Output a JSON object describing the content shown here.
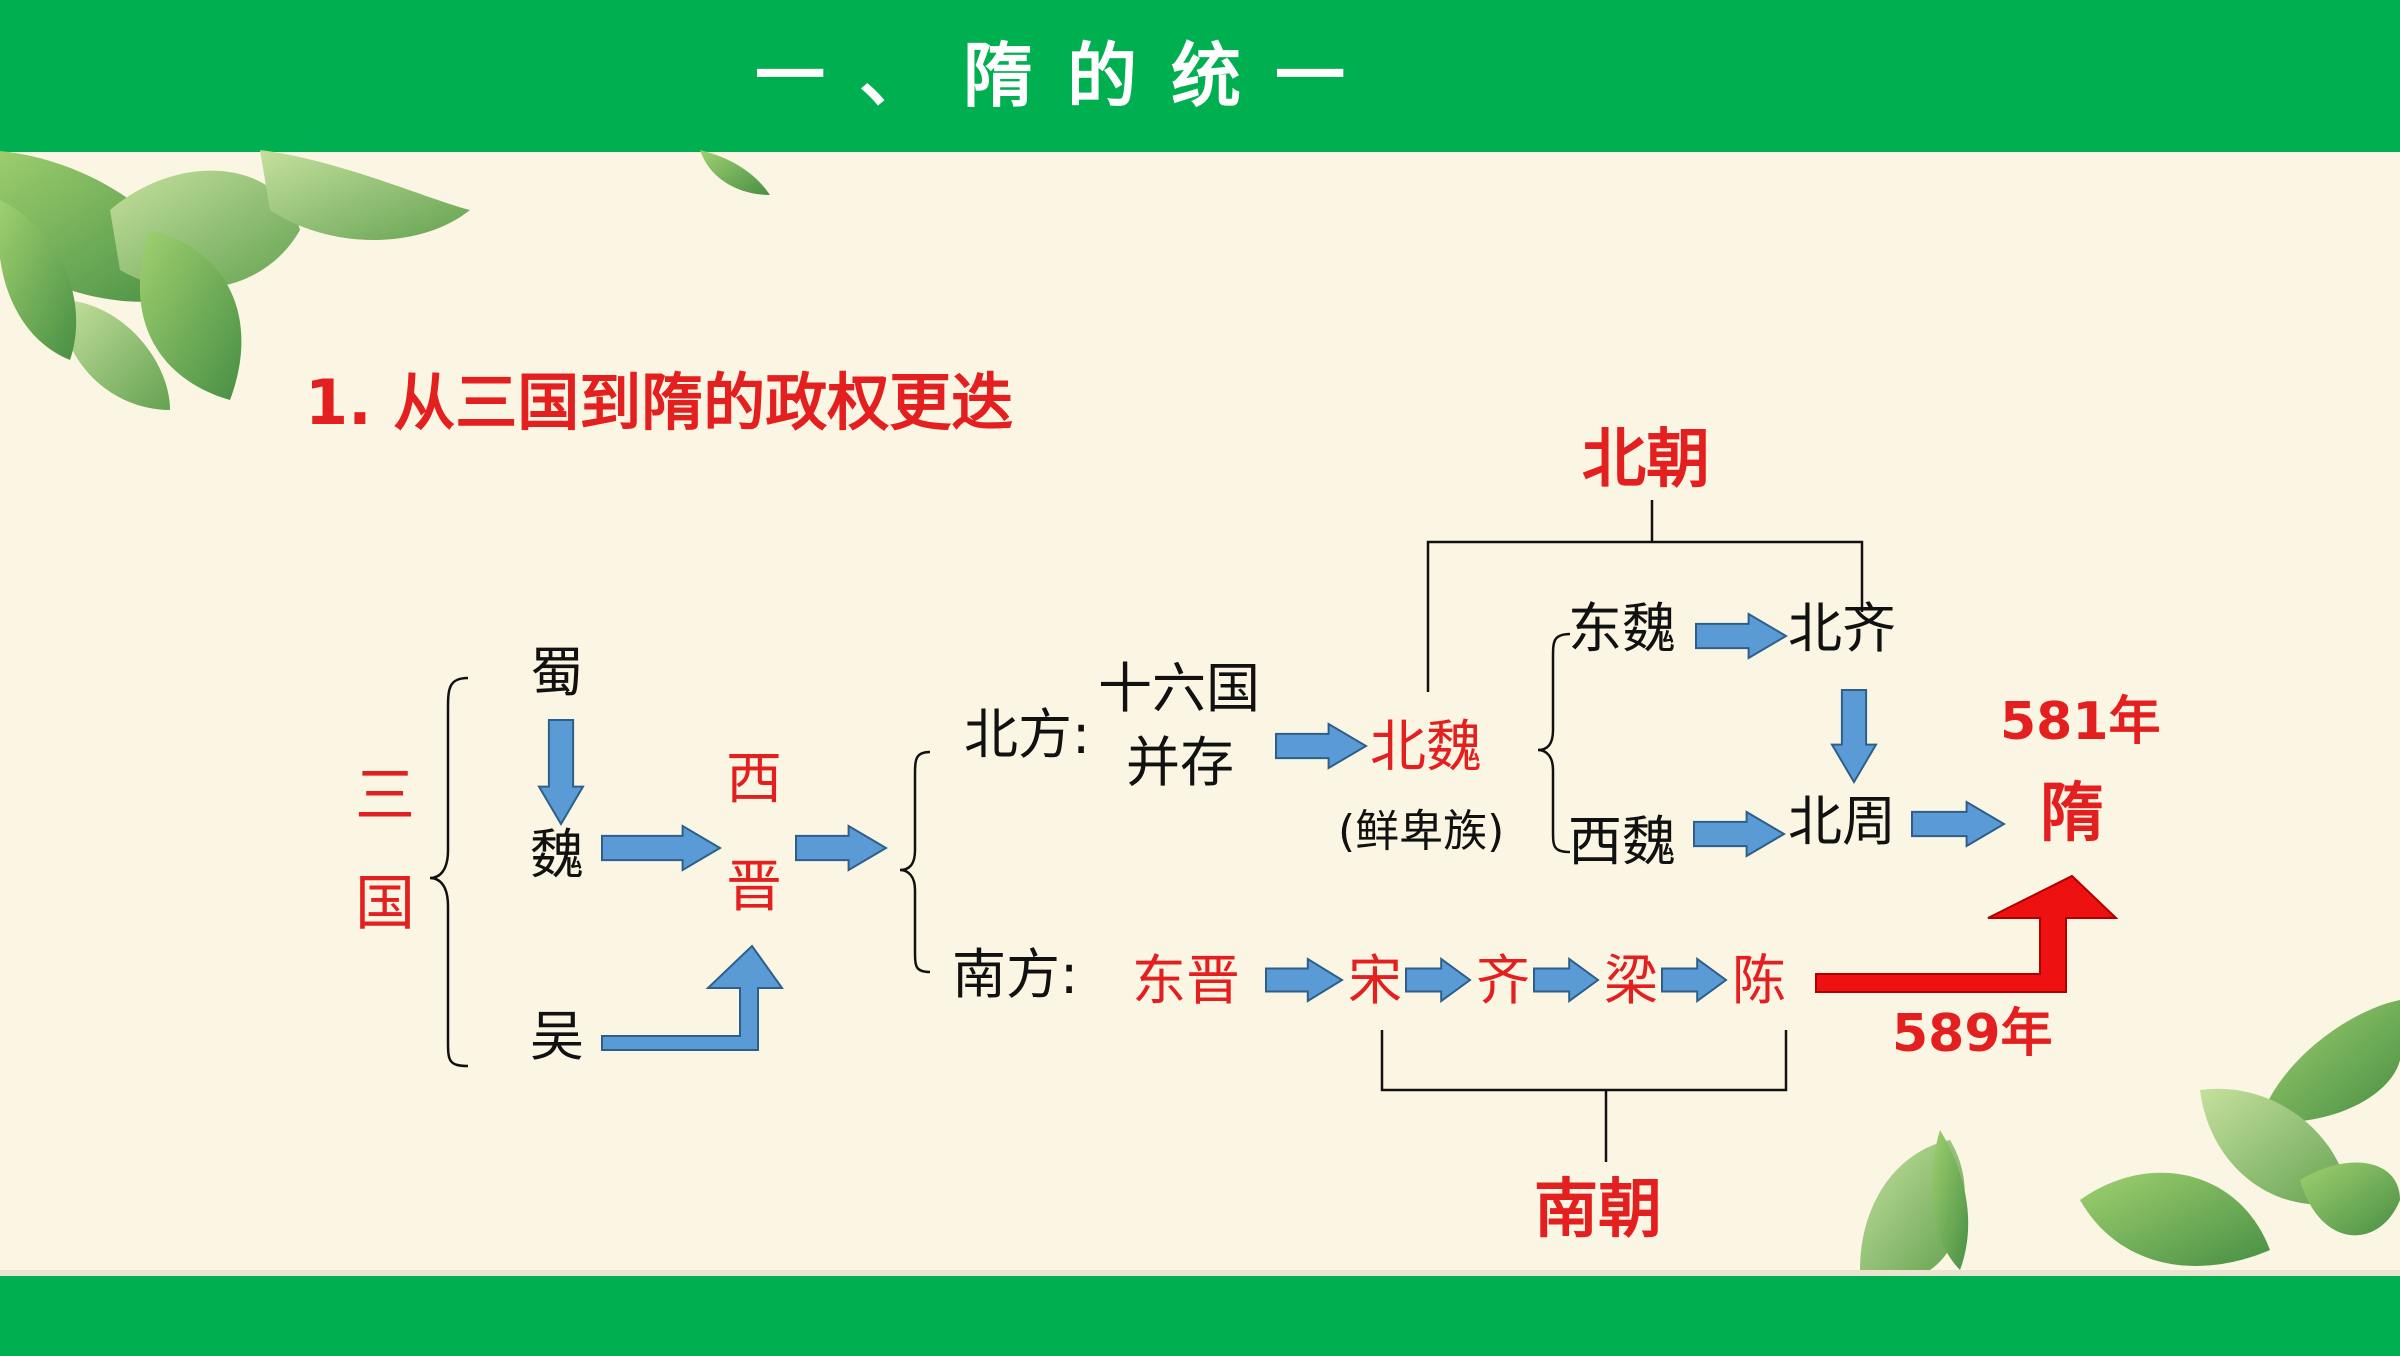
{
  "header": {
    "title": "一、隋的统一"
  },
  "subtitle": "1. 从三国到隋的政权更迭",
  "three_kingdoms": {
    "label_1": "三",
    "label_2": "国",
    "shu": "蜀",
    "wei": "魏",
    "wu": "吴"
  },
  "western_jin": {
    "char_1": "西",
    "char_2": "晋"
  },
  "north": {
    "label": "北方:",
    "sixteen_1": "十六国",
    "sixteen_2": "并存",
    "northern_wei": "北魏",
    "xianbei": "(鲜卑族)",
    "eastern_wei": "东魏",
    "northern_qi": "北齐",
    "western_wei": "西魏",
    "northern_zhou": "北周",
    "group_label": "北朝"
  },
  "south": {
    "label": "南方:",
    "eastern_jin": "东晋",
    "song": "宋",
    "qi": "齐",
    "liang": "梁",
    "chen": "陈",
    "group_label": "南朝"
  },
  "sui": {
    "label": "隋",
    "year_founded": "581年",
    "year_unified": "589年"
  },
  "colors": {
    "band": "#00b050",
    "red": "#e31f1f",
    "arrow_blue": "#5b9bd5",
    "arrow_outline": "#2e5f8a",
    "background": "#fbf6e3"
  }
}
